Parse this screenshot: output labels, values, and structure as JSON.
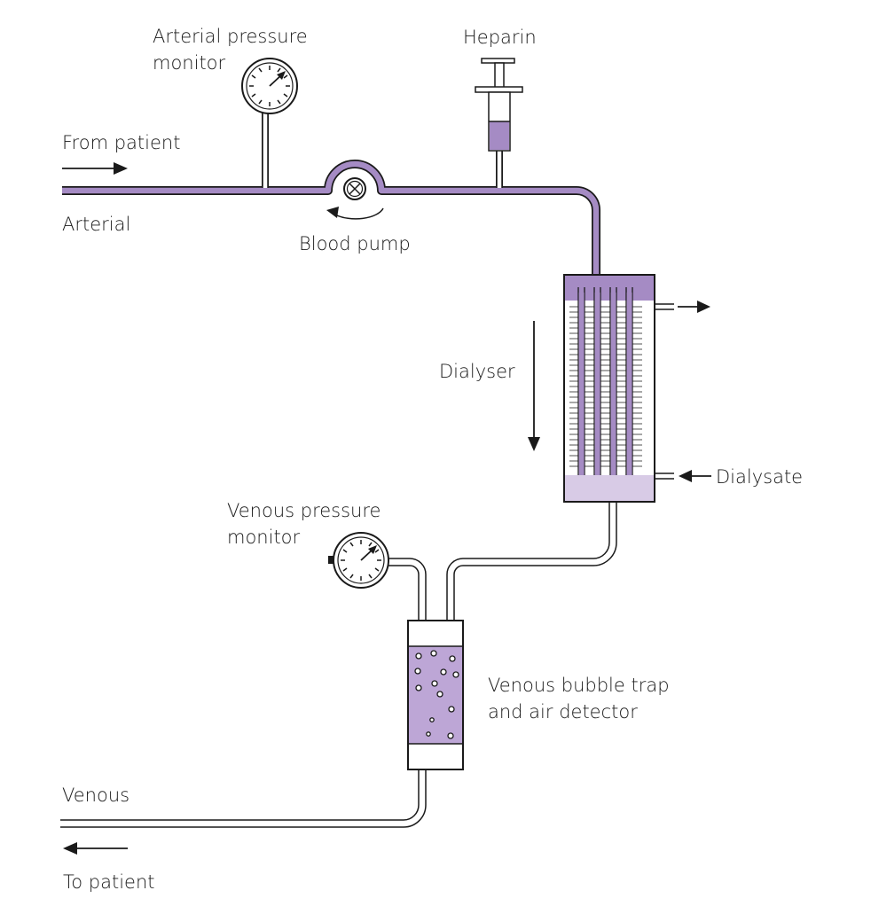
{
  "labels": {
    "arterial_pressure_monitor_line1": "Arterial pressure",
    "arterial_pressure_monitor_line2": "monitor",
    "heparin": "Heparin",
    "from_patient": "From patient",
    "arterial": "Arterial",
    "blood_pump": "Blood pump",
    "dialyser": "Dialyser",
    "dialysate": "Dialysate",
    "venous_pressure_monitor_line1": "Venous pressure",
    "venous_pressure_monitor_line2": "monitor",
    "bubble_trap_line1": "Venous bubble trap",
    "bubble_trap_line2": "and air detector",
    "venous": "Venous",
    "to_patient": "To patient"
  },
  "colors": {
    "blood": "#a58bc4",
    "blood_light": "#c9b6dc",
    "blood_fill": "#bda6d6",
    "line": "#1a1a1a",
    "background": "#ffffff"
  }
}
